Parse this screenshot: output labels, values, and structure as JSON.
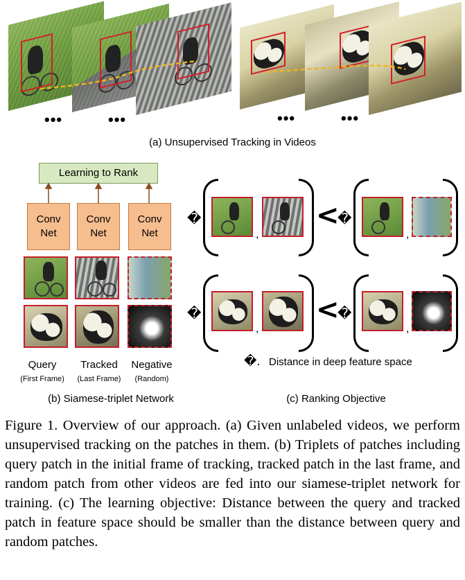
{
  "panel_a": {
    "caption": "(a) Unsupervised Tracking in Videos",
    "ellipsis_left_1": "•••",
    "ellipsis_left_2": "•••",
    "ellipsis_right_1": "•••",
    "ellipsis_right_2": "•••"
  },
  "panel_b": {
    "learning_to_rank": "Learning to Rank",
    "convnet_line1": "Conv",
    "convnet_line2": "Net",
    "labels": [
      {
        "name": "Query",
        "sub": "(First Frame)"
      },
      {
        "name": "Tracked",
        "sub": "(Last Frame)"
      },
      {
        "name": "Negative",
        "sub": "(Random)"
      }
    ],
    "caption": "(b) Siamese-triplet Network"
  },
  "panel_c": {
    "distance_symbol": "�",
    "less_than": "<",
    "comma": ",",
    "legend": "Distance in deep feature space",
    "legend_symbol": "�.",
    "caption": "(c) Ranking Objective"
  },
  "figure_caption": "Figure 1.  Overview of our approach. (a) Given unlabeled videos, we perform unsupervised tracking on the patches in them.  (b) Triplets of patches including query patch in the initial frame of tracking, tracked patch in the last frame, and random patch from other videos are fed into our siamese-triplet network for training.  (c) The learning objective: Distance between the query and tracked patch in feature space should be smaller than the distance between query and random patches.",
  "colors": {
    "bbox_red": "#d21f2a",
    "track_line": "#f2b51a",
    "convnet_fill": "#f6bd8e",
    "ltr_fill": "#d8e9c2",
    "arrow": "#8a4b1d"
  }
}
